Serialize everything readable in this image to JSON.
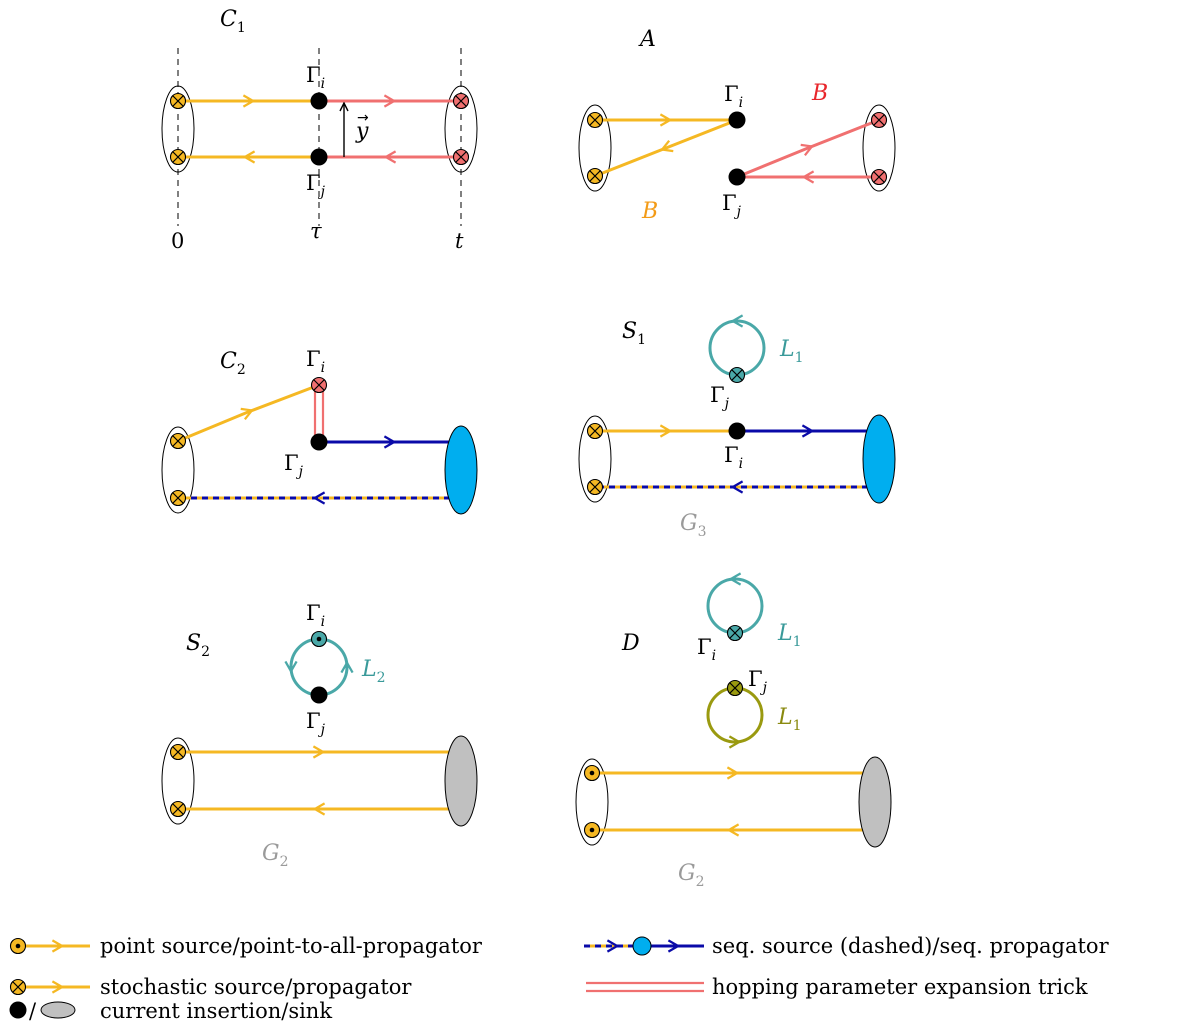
{
  "panels": {
    "c1": {
      "title": "C",
      "title_sub": "1",
      "gamma_top": "Γ",
      "gamma_top_sub": "i",
      "gamma_bottom": "Γ",
      "gamma_bottom_sub": "j",
      "vector_label": "y",
      "time_labels": [
        "0",
        "τ",
        "t"
      ]
    },
    "a": {
      "title": "A",
      "gamma_top": "Γ",
      "gamma_top_sub": "i",
      "gamma_bottom": "Γ",
      "gamma_bottom_sub": "j",
      "baryon_left": "B",
      "baryon_right": "B"
    },
    "c2": {
      "title": "C",
      "title_sub": "2",
      "gamma_top": "Γ",
      "gamma_top_sub": "i",
      "gamma_bottom": "Γ",
      "gamma_bottom_sub": "j"
    },
    "s1": {
      "title": "S",
      "title_sub": "1",
      "loop": "L",
      "loop_sub": "1",
      "gamma_top": "Γ",
      "gamma_top_sub": "j",
      "gamma_bottom": "Γ",
      "gamma_bottom_sub": "i",
      "correlator": "G",
      "correlator_sub": "3"
    },
    "s2": {
      "title": "S",
      "title_sub": "2",
      "loop": "L",
      "loop_sub": "2",
      "gamma_top": "Γ",
      "gamma_top_sub": "i",
      "gamma_bottom": "Γ",
      "gamma_bottom_sub": "j",
      "correlator": "G",
      "correlator_sub": "2"
    },
    "d": {
      "title": "D",
      "loop_top": "L",
      "loop_top_sub": "1",
      "loop_bottom": "L",
      "loop_bottom_sub": "1",
      "gamma_top": "Γ",
      "gamma_top_sub": "i",
      "gamma_bottom": "Γ",
      "gamma_bottom_sub": "j",
      "correlator": "G",
      "correlator_sub": "2"
    }
  },
  "legend": {
    "point_source": "point source/point-to-all-propagator",
    "stochastic": "stochastic source/propagator",
    "current": "current insertion/sink",
    "current_sep": "/",
    "sequential": "seq. source (dashed)/seq. propagator",
    "hopping": "hopping parameter expansion trick"
  },
  "colors": {
    "quark": "#f5b823",
    "red_prop": "#f07070",
    "seq_prop": "#0a0aa8",
    "seq_sink": "#00aeef",
    "loop_teal": "#4aa8a8",
    "loop_olive": "#9a9a10",
    "sink_grey": "#c0c0c0"
  }
}
